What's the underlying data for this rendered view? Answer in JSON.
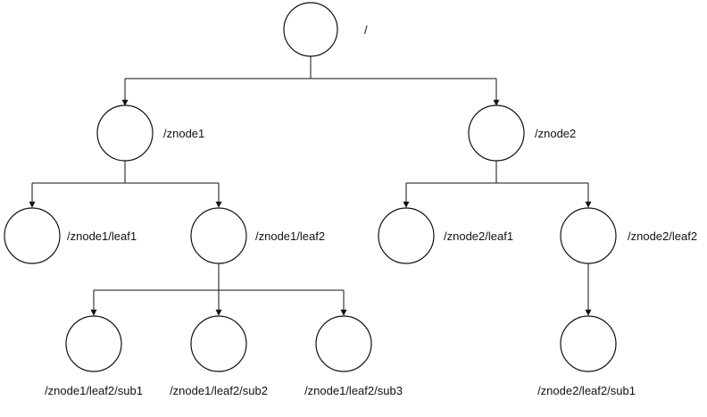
{
  "nodes": {
    "root": {
      "label": "/"
    },
    "znode1": {
      "label": "/znode1"
    },
    "znode2": {
      "label": "/znode2"
    },
    "z1leaf1": {
      "label": "/znode1/leaf1"
    },
    "z1leaf2": {
      "label": "/znode1/leaf2"
    },
    "z2leaf1": {
      "label": "/znode2/leaf1"
    },
    "z2leaf2": {
      "label": "/znode2/leaf2"
    },
    "z1l2sub1": {
      "label": "/znode1/leaf2/sub1"
    },
    "z1l2sub2": {
      "label": "/znode1/leaf2/sub2"
    },
    "z1l2sub3": {
      "label": "/znode1/leaf2/sub3"
    },
    "z2l2sub1": {
      "label": "/znode2/leaf2/sub1"
    }
  },
  "colors": {
    "stroke": "#111111",
    "background": "#ffffff"
  }
}
